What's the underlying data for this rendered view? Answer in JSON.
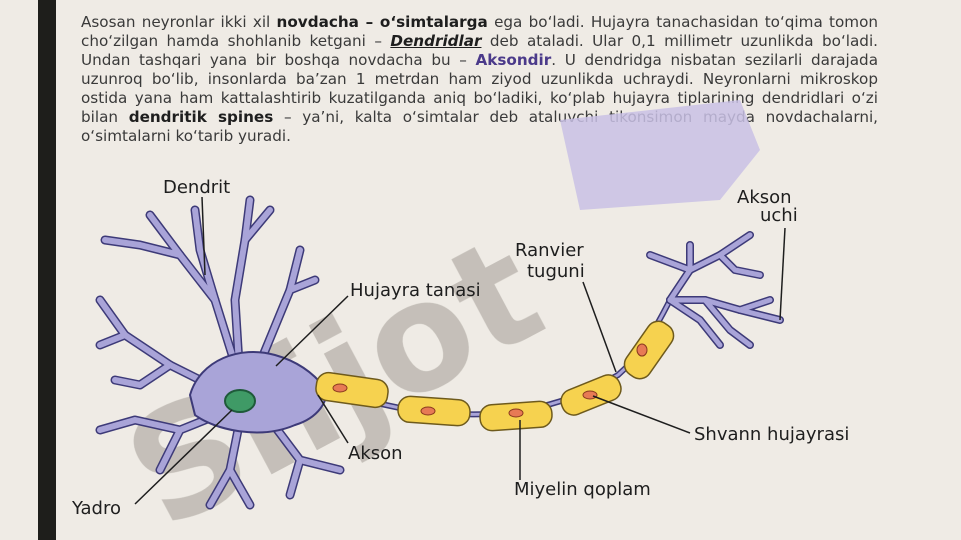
{
  "paragraph": {
    "p1": "Asosan neyronlar ikki xil ",
    "b1": "novdacha – o‘simtalarga",
    "p2": " ega bo‘ladi. Hujayra tanachasidan to‘qima tomon cho‘zilgan hamda shohlanib ketgani – ",
    "b2": "Dendridlar",
    "p3": " deb ataladi. Ular 0,1 millimetr uzunlikda bo‘ladi. Undan tashqari yana bir boshqa novdacha bu – ",
    "b3": "Aksondir",
    "p4": ". U dendridga nisbatan sezilarli darajada uzunroq bo‘lib, insonlarda ba’zan 1 metrdan ham ziyod uzunlikda uchraydi. Neyronlarni mikroskop ostida yana ham kattalashtirib kuzatilganda aniq bo‘ladiki, ko‘plab hujayra tiplarining dendridlari o‘zi bilan ",
    "b4": "dendritik spines",
    "p5": " – ya’ni, kalta o‘simtalar deb ataluvchi  tikonsimon mayda novdachalarni,  o‘simtalarni  ko‘tarib  yuradi."
  },
  "labels": {
    "dendrit": "Dendrit",
    "hujayra_tanasi": "Hujayra tanasi",
    "akson": "Akson",
    "yadro": "Yadro",
    "ranvier_1": "Ranvier",
    "ranvier_2": "tuguni",
    "akson_uchi_1": "Akson",
    "akson_uchi_2": "uchi",
    "shvann": "Shvann hujayrasi",
    "miyelin": "Miyelin qoplam"
  },
  "watermark": "Slijot",
  "colors": {
    "neuron_fill": "#a9a4d8",
    "neuron_stroke": "#3d3a78",
    "myelin_fill": "#f6d24f",
    "myelin_stroke": "#6e5a1c",
    "myelin_dot": "#e77a55",
    "nucleus": "#3f9a66",
    "watermark_gray": "#bdb8b1",
    "watermark_purple": "#c9c1e6"
  }
}
